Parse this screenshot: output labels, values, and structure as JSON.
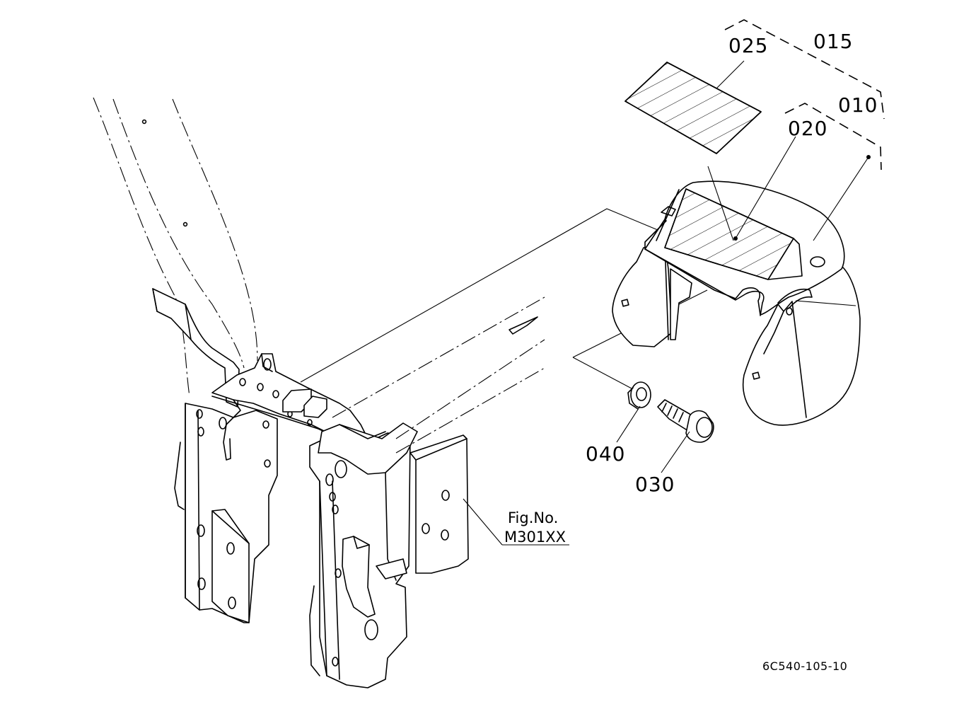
{
  "callouts": {
    "c015": "015",
    "c025": "025",
    "c010": "010",
    "c020": "020",
    "c040": "040",
    "c030": "030"
  },
  "figure_ref": {
    "line1": "Fig.No.",
    "line2": "M301XX"
  },
  "drawing_code": "6C540-105-10"
}
